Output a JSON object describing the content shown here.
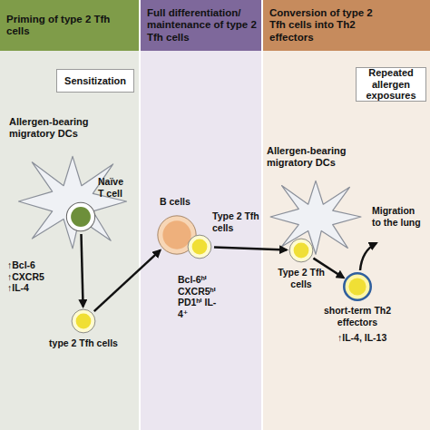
{
  "diagram": {
    "nodes": [
      {
        "text": [
          "Priming of type 2 Tfh cells"
        ]
      },
      {
        "text": [
          "Full differentiation/ maintenance of type 2 Tfh cells"
        ]
      },
      {
        "text": [
          "Conversion of type 2 Tfh cells into Th2 effectors"
        ]
      },
      {
        "text": [
          "Sensitization"
        ],
        "in": 0
      },
      {
        "text": [
          "Allergen-bearing migratory DCs"
        ],
        "in": 0
      },
      {
        "text": [
          "Naïve T cell"
        ],
        "in": 4
      },
      {
        "text": [
          "type 2 Tfh cells"
        ],
        "in": 0
      },
      {
        "text": [
          "B cells"
        ],
        "in": 1
      },
      {
        "text": [
          "Type 2 Tfh cells",
          "Bcl-6ʰⁱ CXCR5ʰⁱ PD1ʰⁱ IL-4⁺"
        ],
        "in": 1
      },
      {
        "text": [
          "Repeated allergen exposures"
        ],
        "in": 2
      },
      {
        "text": [
          "Allergen-bearing migratory DCs"
        ],
        "in": 2
      },
      {
        "text": [
          "Type 2 Tfh cells"
        ],
        "in": 2
      },
      {
        "text": [
          "short-term Th2 effectors"
        ],
        "in": 2
      }
    ],
    "edges": [
      {
        "from": 5,
        "to": 6,
        "arrow": "to"
      },
      {
        "from": 6,
        "to": 7,
        "arrow": "to"
      },
      {
        "from": 8,
        "to": 11,
        "arrow": "to"
      },
      {
        "from": 11,
        "to": 12,
        "arrow": "to"
      }
    ],
    "labels": [
      "↑Bcl-6 ↑CXCR5 ↑IL-4",
      "Migration to the lung",
      "↑IL-4, IL-13"
    ]
  }
}
